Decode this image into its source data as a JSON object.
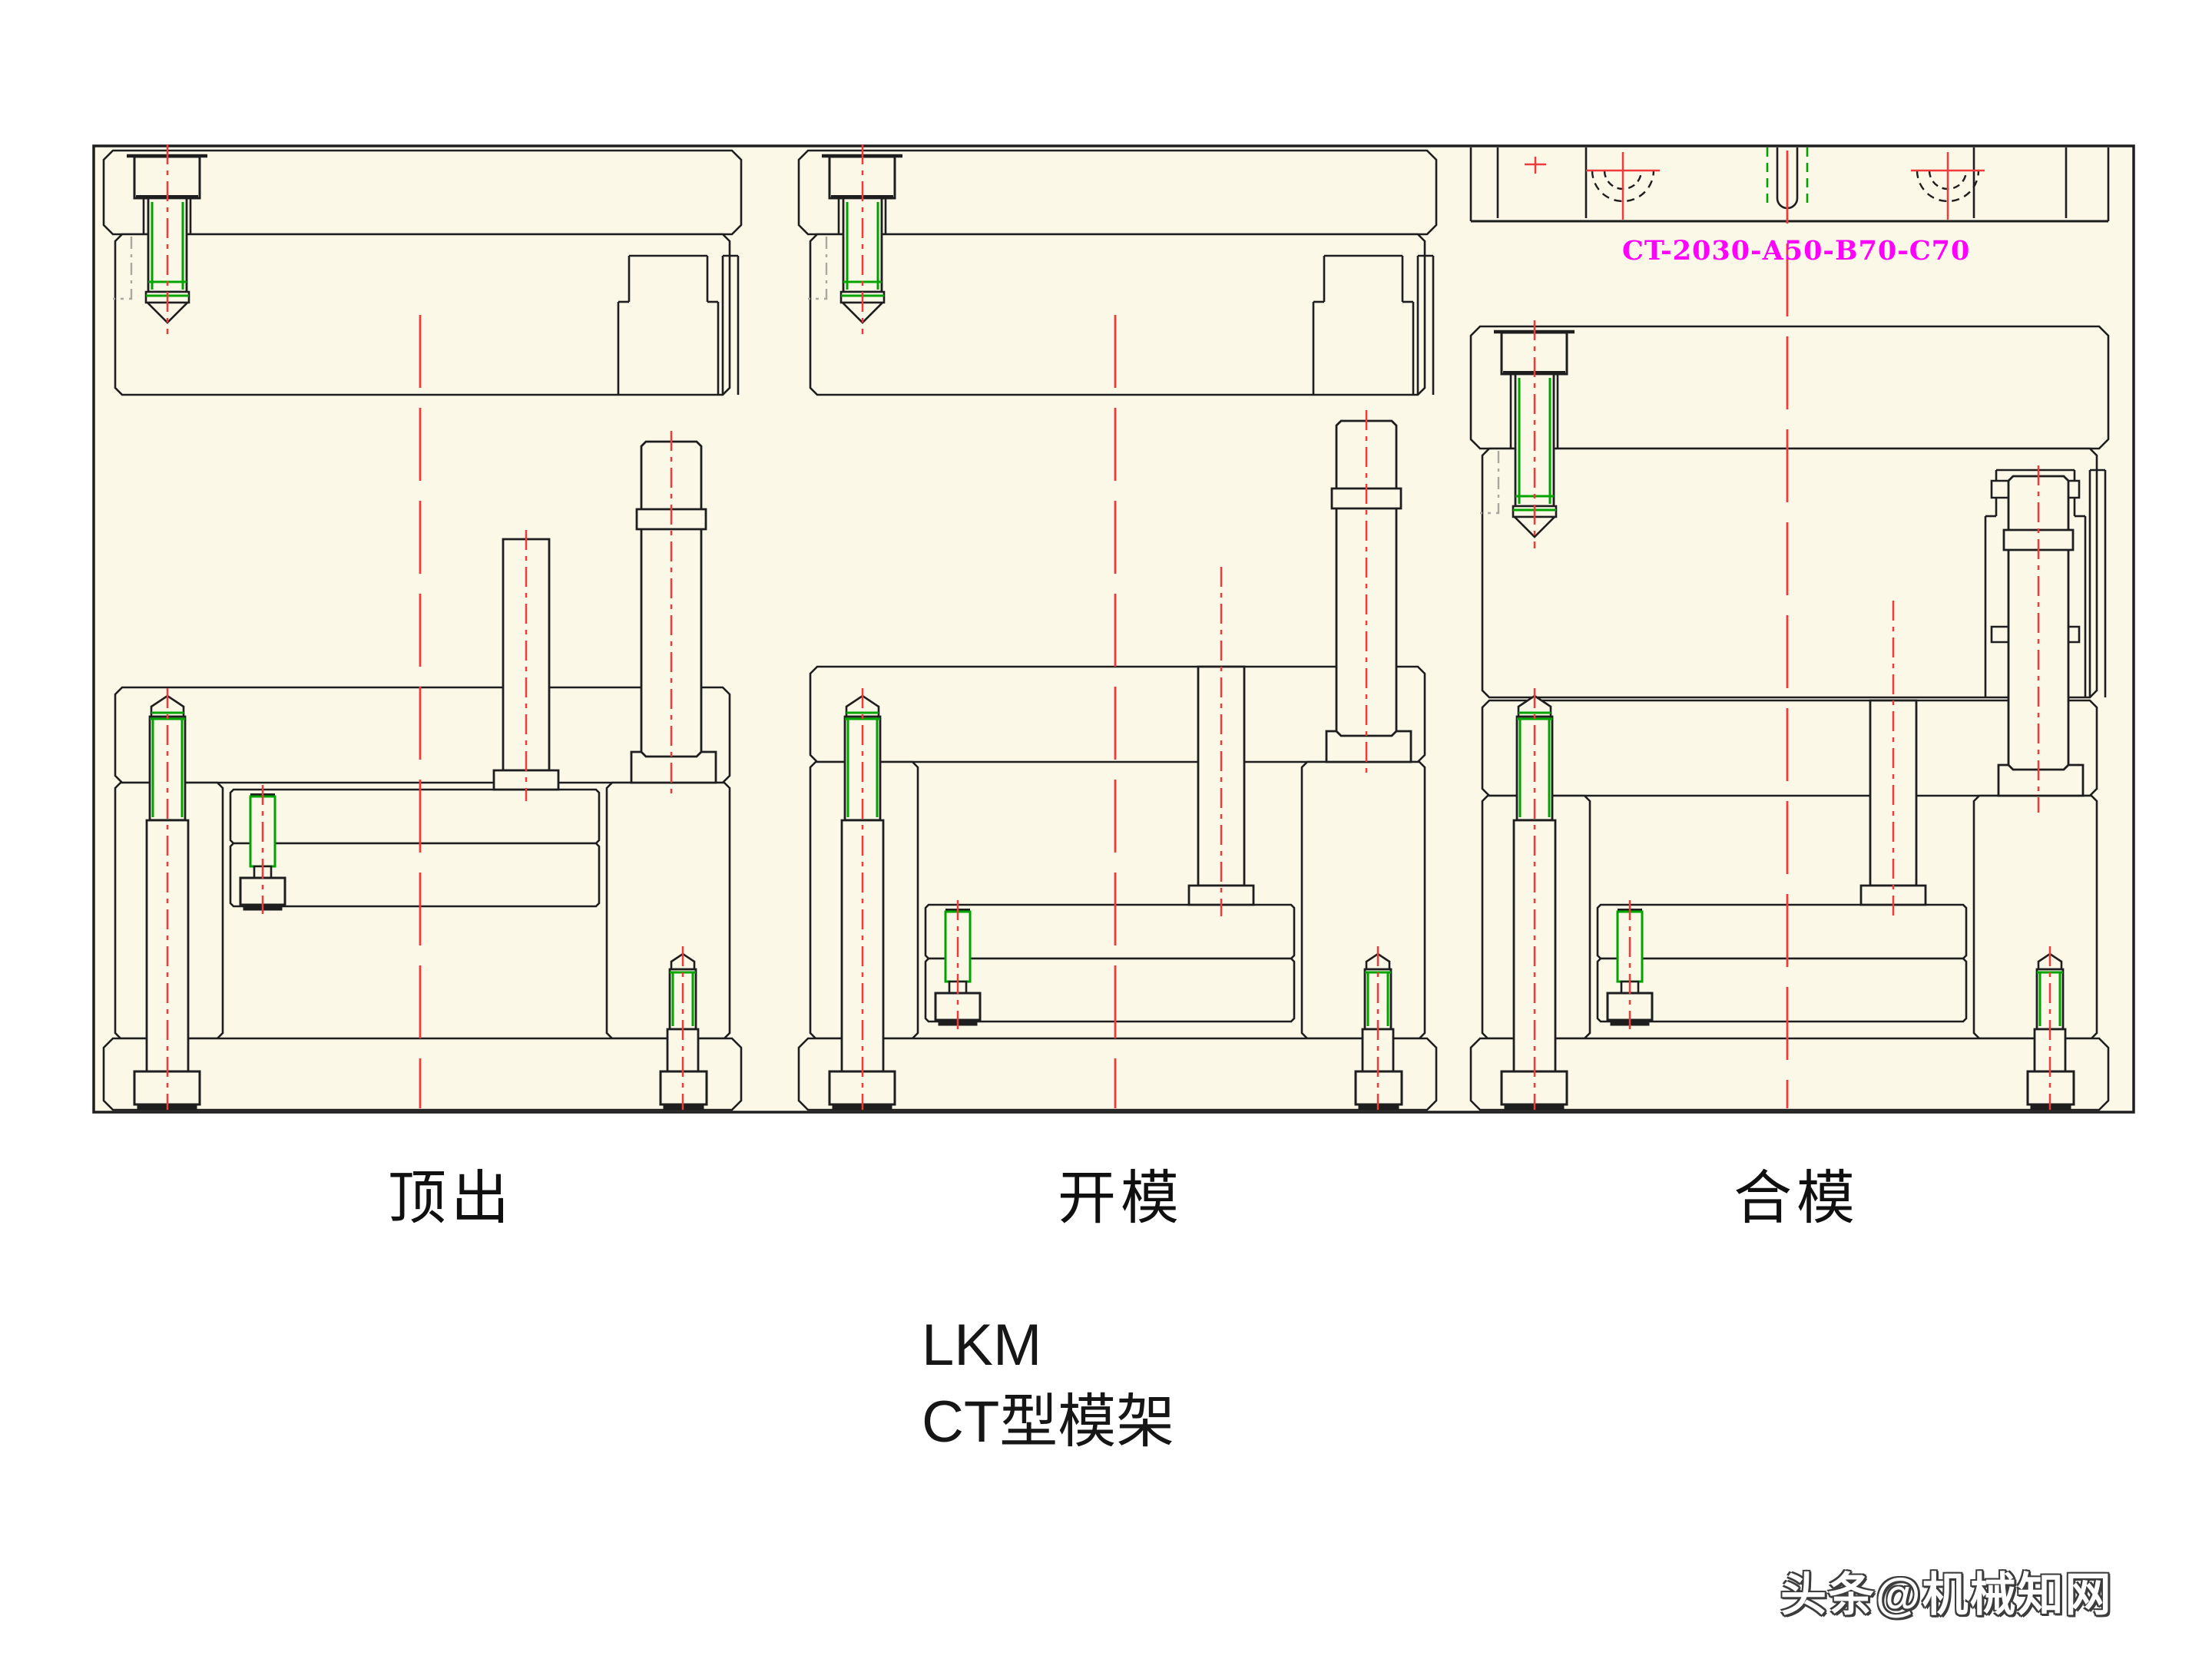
{
  "drawing": {
    "background": "#FBF8E8",
    "border_color": "#1E1E1E",
    "line_color": "#1E1E1E",
    "bolt_color": "#00A400",
    "centerline_color": "#EE3B3B",
    "ghost_color": "#A9A9A0",
    "part_number": "CT-2030-A50-B70-C70",
    "part_number_color": "#FF00FF",
    "panels": [
      {
        "label": "顶出",
        "state": "ejected"
      },
      {
        "label": "开模",
        "state": "open"
      },
      {
        "label": "合模",
        "state": "closed"
      }
    ]
  },
  "caption": {
    "brand": "LKM",
    "series": "CT型模架"
  },
  "watermark": {
    "text": "头条@机械知网"
  }
}
